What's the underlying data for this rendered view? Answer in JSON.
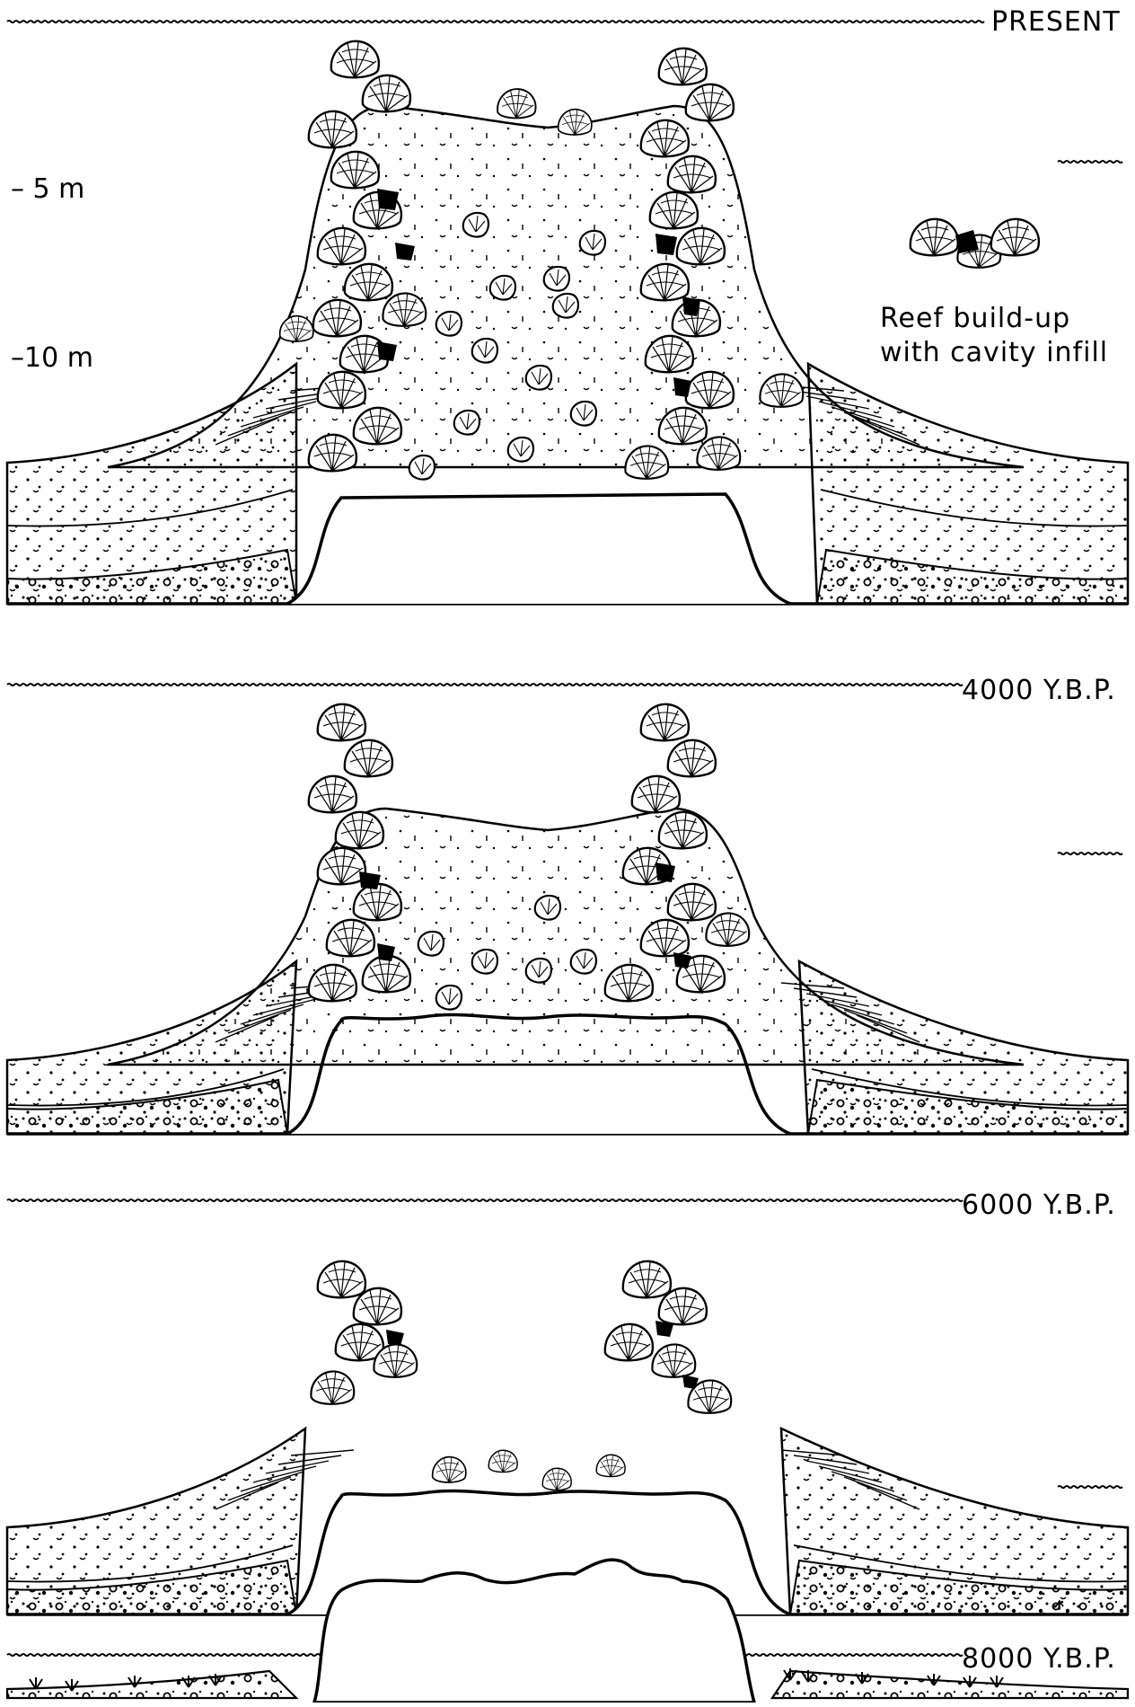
{
  "figure": {
    "stages": [
      {
        "id": "present",
        "label": "PRESENT"
      },
      {
        "id": "ybp4000",
        "label": "4000 Y.B.P."
      },
      {
        "id": "ybp6000",
        "label": "6000 Y.B.P."
      },
      {
        "id": "ybp8000",
        "label": "8000 Y.B.P."
      }
    ],
    "depth_labels": {
      "m5": "– 5 m",
      "m10": "–10 m"
    },
    "legend": {
      "line1": "Reef  build-up",
      "line2": "with  cavity infill"
    },
    "colors": {
      "ink": "#000000",
      "paper": "#ffffff"
    }
  }
}
